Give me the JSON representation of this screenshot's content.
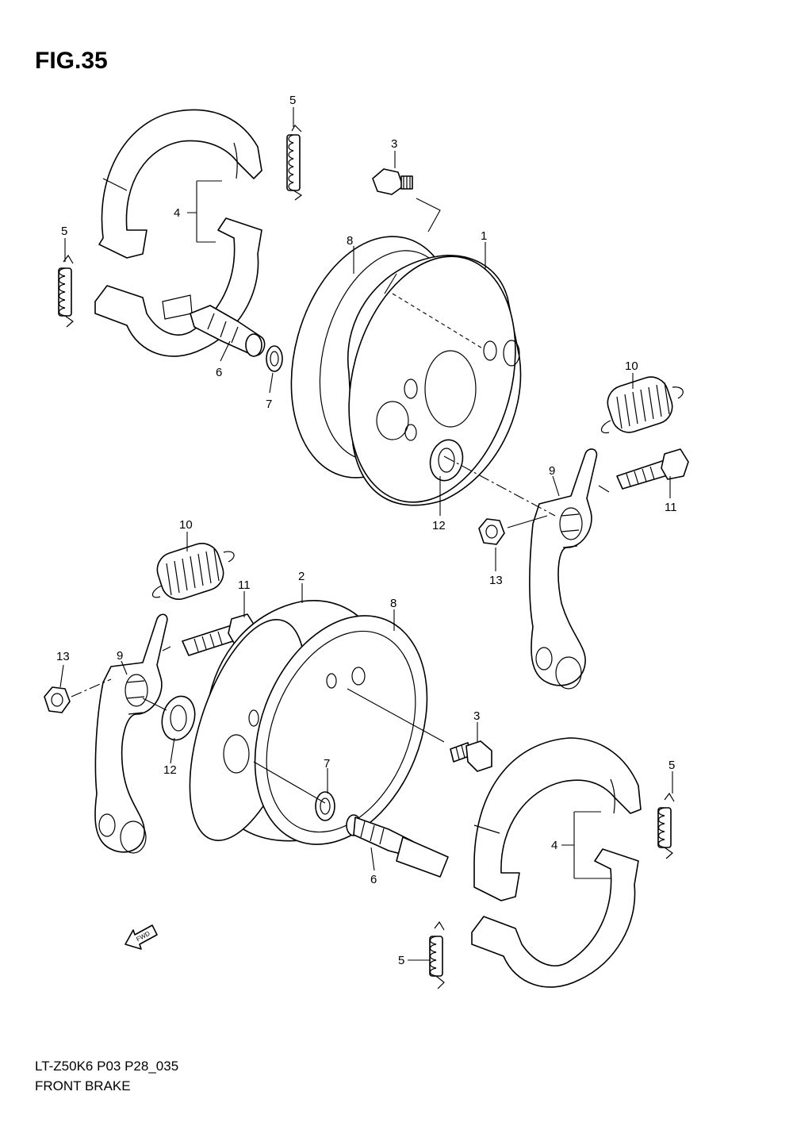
{
  "figure": {
    "title": "FIG.35",
    "code": "LT-Z50K6 P03 P28_035",
    "name": "FRONT BRAKE"
  },
  "callouts": {
    "c1": "1",
    "c2": "2",
    "c3a": "3",
    "c3b": "3",
    "c4a": "4",
    "c4b": "4",
    "c5a": "5",
    "c5b": "5",
    "c5c": "5",
    "c5d": "5",
    "c6a": "6",
    "c6b": "6",
    "c7a": "7",
    "c7b": "7",
    "c8a": "8",
    "c8b": "8",
    "c9a": "9",
    "c9b": "9",
    "c10a": "10",
    "c10b": "10",
    "c11a": "11",
    "c11b": "11",
    "c12a": "12",
    "c12b": "12",
    "c13a": "13",
    "c13b": "13"
  },
  "fwd_arrow_label": "FWD"
}
